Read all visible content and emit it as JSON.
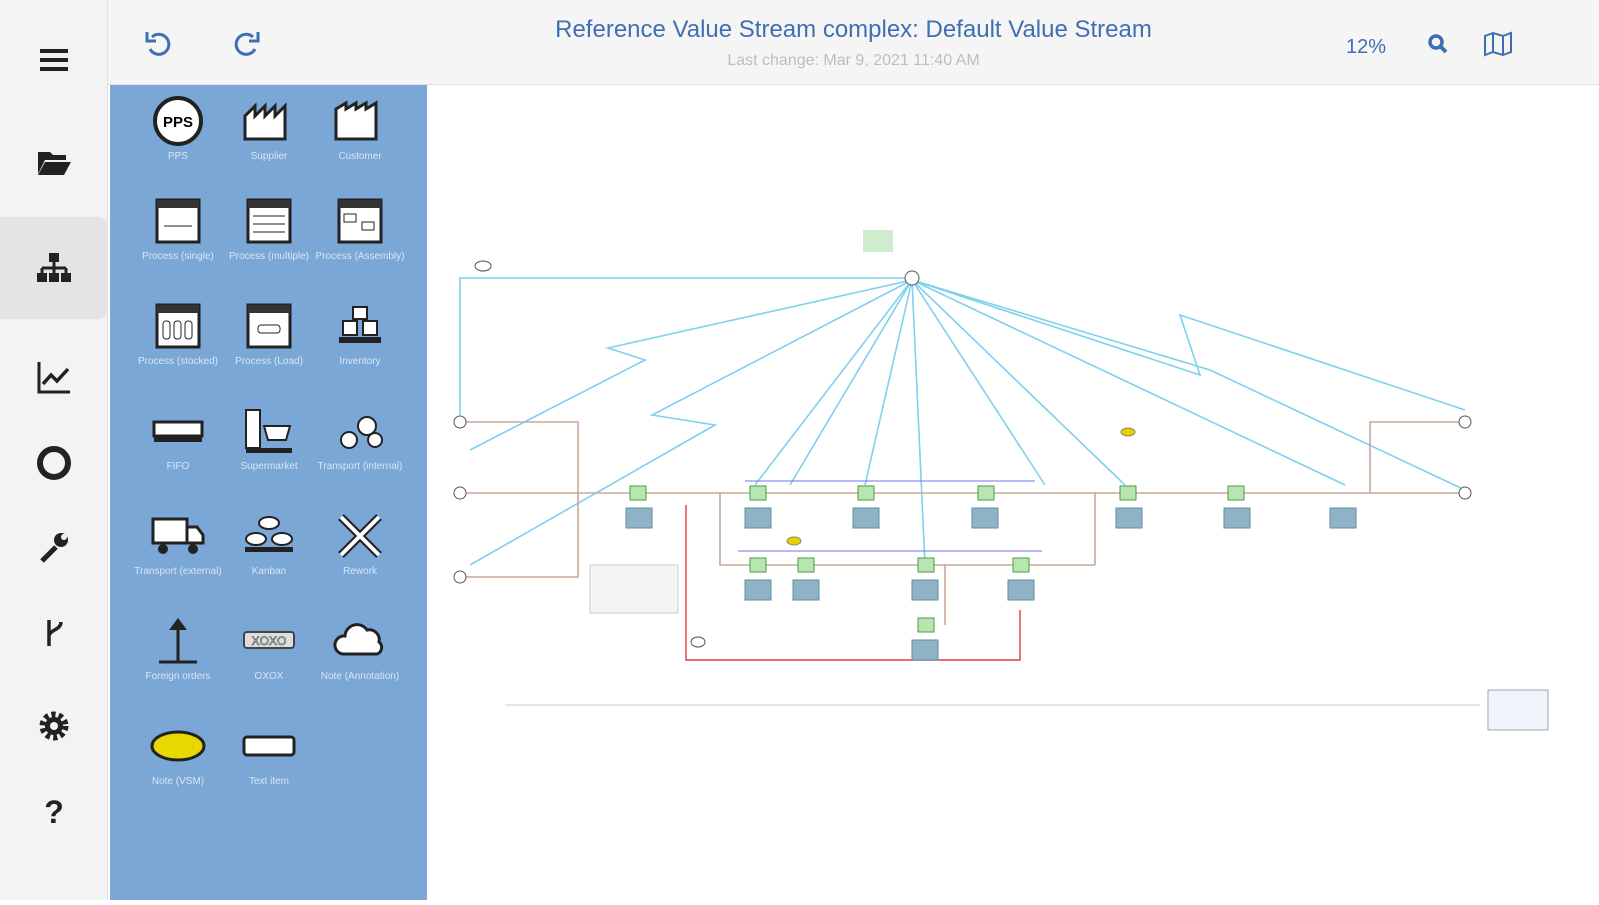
{
  "rail": {
    "items": [
      {
        "name": "menu"
      },
      {
        "name": "open"
      },
      {
        "name": "diagram",
        "selected": true
      },
      {
        "name": "analytics"
      },
      {
        "name": "support"
      },
      {
        "name": "tools"
      },
      {
        "name": "branch"
      },
      {
        "name": "settings"
      },
      {
        "name": "help"
      }
    ]
  },
  "header": {
    "title": "Reference Value Stream complex: Default Value Stream",
    "subtitle": "Last change: Mar 9, 2021 11:40 AM",
    "zoom": "12%"
  },
  "palette": {
    "items": [
      {
        "label": "PPS",
        "icon": "pps-icon"
      },
      {
        "label": "Supplier",
        "icon": "supplier-icon"
      },
      {
        "label": "Customer",
        "icon": "customer-icon"
      },
      {
        "label": "Process (single)",
        "icon": "process-single-icon"
      },
      {
        "label": "Process (multiple)",
        "icon": "process-multiple-icon"
      },
      {
        "label": "Process (Assembly)",
        "icon": "process-assembly-icon"
      },
      {
        "label": "Process (stocked)",
        "icon": "process-stocked-icon"
      },
      {
        "label": "Process (Load)",
        "icon": "process-load-icon"
      },
      {
        "label": "Inventory",
        "icon": "inventory-icon"
      },
      {
        "label": "FIFO",
        "icon": "fifo-icon"
      },
      {
        "label": "Supermarket",
        "icon": "supermarket-icon"
      },
      {
        "label": "Transport (internal)",
        "icon": "forklift-icon"
      },
      {
        "label": "Transport (external)",
        "icon": "truck-icon"
      },
      {
        "label": "Kanban",
        "icon": "kanban-icon"
      },
      {
        "label": "Rework",
        "icon": "rework-icon"
      },
      {
        "label": "Foreign orders",
        "icon": "foreign-orders-icon"
      },
      {
        "label": "OXOX",
        "icon": "oxox-icon"
      },
      {
        "label": "Note (Annotation)",
        "icon": "cloud-icon"
      },
      {
        "label": "Note (VSM)",
        "icon": "kaizen-burst-icon"
      },
      {
        "label": "Text item",
        "icon": "text-item-icon"
      }
    ]
  },
  "colors": {
    "accent": "#3f6fb2",
    "palette_bg": "#7aa7d6",
    "info_flow": "#7fd0ee",
    "material_flow": "#c9a89a",
    "red_flow": "#e23b3b"
  }
}
